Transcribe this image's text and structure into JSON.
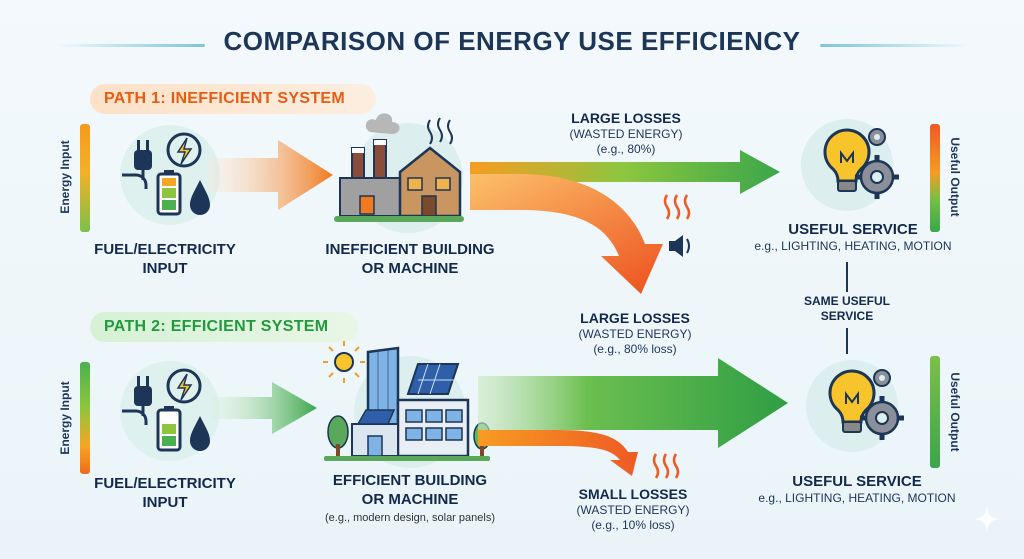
{
  "title": "COMPARISON OF ENERGY USE EFFICIENCY",
  "path1": {
    "label": "PATH 1: INEFFICIENT SYSTEM",
    "input_meter_label": "Energy Input",
    "input_caption": [
      "FUEL/ELECTRICITY",
      "INPUT"
    ],
    "machine_caption": [
      "INEFFICIENT BUILDING",
      "OR MACHINE"
    ],
    "loss_top": {
      "title": "LARGE LOSSES",
      "sub": "(WASTED ENERGY)",
      "detail": "(e.g., 80%)"
    },
    "loss_bottom": {
      "title": "LARGE LOSSES",
      "sub": "(WASTED ENERGY)",
      "detail": "(e.g., 80% loss)"
    },
    "output_caption": "USEFUL SERVICE",
    "output_detail": "e.g., LIGHTING, HEATING, MOTION",
    "output_meter_label": "Useful Output"
  },
  "connector_label": [
    "SAME USEFUL",
    "SERVICE"
  ],
  "path2": {
    "label": "PATH 2: EFFICIENT SYSTEM",
    "input_meter_label": "Energy Input",
    "input_caption": [
      "FUEL/ELECTRICITY",
      "INPUT"
    ],
    "machine_caption": [
      "EFFICIENT BUILDING",
      "OR MACHINE"
    ],
    "machine_detail": "(e.g., modern design, solar panels)",
    "loss": {
      "title": "SMALL LOSSES",
      "sub": "(WASTED ENERGY)",
      "detail": "(e.g., 10% loss)"
    },
    "output_caption": "USEFUL SERVICE",
    "output_detail": "e.g., LIGHTING, HEATING, MOTION",
    "output_meter_label": "Useful Output"
  },
  "colors": {
    "orange": "#f07a1f",
    "green": "#3aa64a",
    "navy": "#1d3557",
    "bulb": "#f7c52b"
  },
  "icons": [
    "plug-icon",
    "lightning-bolt-icon",
    "battery-icon",
    "oil-drop-icon",
    "factory-icon",
    "house-icon",
    "heat-waves-icon",
    "speaker-icon",
    "lightbulb-icon",
    "gear-icon",
    "sun-icon",
    "office-building-icon",
    "solar-panel-icon",
    "tree-icon",
    "sparkle-icon"
  ]
}
